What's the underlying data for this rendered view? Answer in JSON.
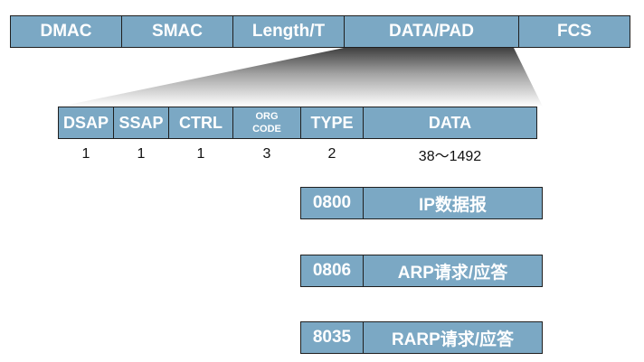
{
  "frame": {
    "fields": [
      "DMAC",
      "SMAC",
      "Length/T",
      "DATA/PAD",
      "FCS"
    ]
  },
  "llc_snap": {
    "fields": [
      {
        "label": "DSAP",
        "size": "1"
      },
      {
        "label": "SSAP",
        "size": "1"
      },
      {
        "label": "CTRL",
        "size": "1"
      },
      {
        "label": "ORG\nCODE",
        "line1": "ORG",
        "line2": "CODE",
        "size": "3"
      },
      {
        "label": "TYPE",
        "size": "2"
      },
      {
        "label": "DATA",
        "size": "38～1492"
      }
    ]
  },
  "type_mappings": [
    {
      "code": "0800",
      "meaning": "IP数据报"
    },
    {
      "code": "0806",
      "meaning": "ARP请求/应答"
    },
    {
      "code": "8035",
      "meaning": "RARP请求/应答"
    }
  ],
  "colors": {
    "cell_fill": "#7ba8c4",
    "border": "#1f1f1f",
    "text": "#ffffff"
  }
}
